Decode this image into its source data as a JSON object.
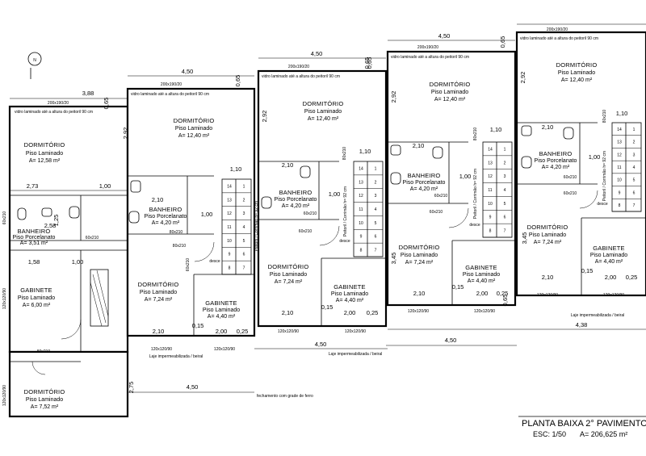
{
  "title": {
    "name": "PLANTA BAIXA 2° PAVIMENTO",
    "scale": "ESC: 1/50",
    "area": "A= 206,625 m²"
  },
  "labels": {
    "dormitorio": "DORMITÓRIO",
    "banheiro": "BANHEIRO",
    "gabinete": "GABINETE",
    "piso_laminado": "Piso Laminado",
    "piso_porcelanato": "Piso Porcelanato",
    "window_200": "200x190/20",
    "window_120": "120x120/90",
    "window_60": "60x210",
    "window_80": "80x210",
    "vidro": "vidro laminado até a altura do peitoril 90 cm",
    "laje": "Laje impermeabilizada / beiral",
    "fechamento": "fechamento com grade de ferro",
    "peitoril": "Peitoril / Corrimão h= 92 cm",
    "desce": "desce",
    "north": "N"
  },
  "units": [
    {
      "dorm_top": "A= 12,58 m²",
      "banh": "A= 3,51 m²",
      "gab": "A= 6,00 m²",
      "dorm_bot": "A= 7,52 m²",
      "d_top": "3,88",
      "d_065": "0,65",
      "d_273": "2,73",
      "d_100a": "1,00",
      "d_158": "1,58",
      "d_100b": "1,00",
      "d_258": "2,58",
      "d_125": "1,25",
      "d_275": "2,75",
      "d_450": "4,50"
    },
    {
      "dorm_top": "A= 12,40 m²",
      "banh": "A= 4,20 m²",
      "dorm_mid": "A= 7,24 m²",
      "gab": "A= 4,40 m²",
      "d_top": "4,50",
      "d_065": "0,65",
      "d_292": "2,92",
      "d_110": "1,10",
      "d_210": "2,10",
      "d_100": "1,00",
      "d_015": "0,15",
      "d_210b": "2,10",
      "d_200": "2,00",
      "d_025": "0,25",
      "d_450": "4,50"
    },
    {
      "dorm_top": "A= 12,40 m²",
      "banh": "A= 4,20 m²",
      "dorm_mid": "A= 7,24 m²",
      "gab": "A= 4,40 m²",
      "d_top": "4,50",
      "d_065": "0,65",
      "d_292": "2,92",
      "d_110": "1,10",
      "d_210": "2,10",
      "d_100": "1,00",
      "d_015": "0,15",
      "d_210b": "2,10",
      "d_200": "2,00",
      "d_025": "0,25",
      "d_450": "4,50"
    },
    {
      "dorm_top": "A= 12,40 m²",
      "banh": "A= 4,20 m²",
      "dorm_mid": "A= 7,24 m²",
      "gab": "A= 4,40 m²",
      "d_top": "4,50",
      "d_065": "0,65",
      "d_292": "2,92",
      "d_110": "1,10",
      "d_210": "2,10",
      "d_100": "1,00",
      "d_345": "3,45",
      "d_015": "0,15",
      "d_210b": "2,10",
      "d_200": "2,00",
      "d_025": "0,25",
      "d_438": "4,38"
    }
  ],
  "stairs": [
    "1",
    "2",
    "3",
    "4",
    "5",
    "6",
    "7",
    "8",
    "9",
    "10",
    "11",
    "12",
    "13",
    "14"
  ]
}
